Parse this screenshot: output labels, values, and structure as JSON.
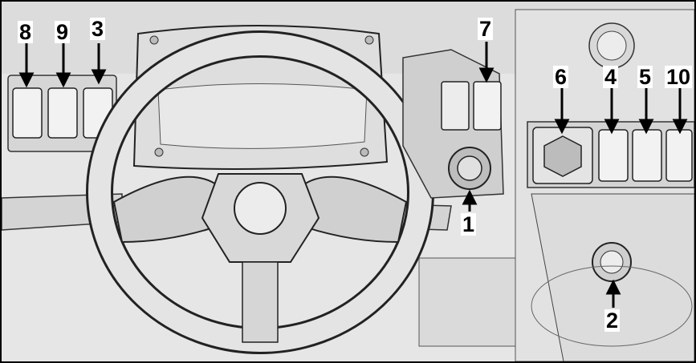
{
  "figure": {
    "description_free": true,
    "callouts": [
      {
        "id": "c8",
        "label": "8"
      },
      {
        "id": "c9",
        "label": "9"
      },
      {
        "id": "c3",
        "label": "3"
      },
      {
        "id": "c7",
        "label": "7"
      },
      {
        "id": "c6",
        "label": "6"
      },
      {
        "id": "c4",
        "label": "4"
      },
      {
        "id": "c5",
        "label": "5"
      },
      {
        "id": "c10",
        "label": "10"
      },
      {
        "id": "c1",
        "label": "1"
      },
      {
        "id": "c2",
        "label": "2"
      }
    ]
  },
  "colors": {
    "background": "#e9e9e9",
    "line": "#2a2a2a",
    "frame": "#000000"
  }
}
